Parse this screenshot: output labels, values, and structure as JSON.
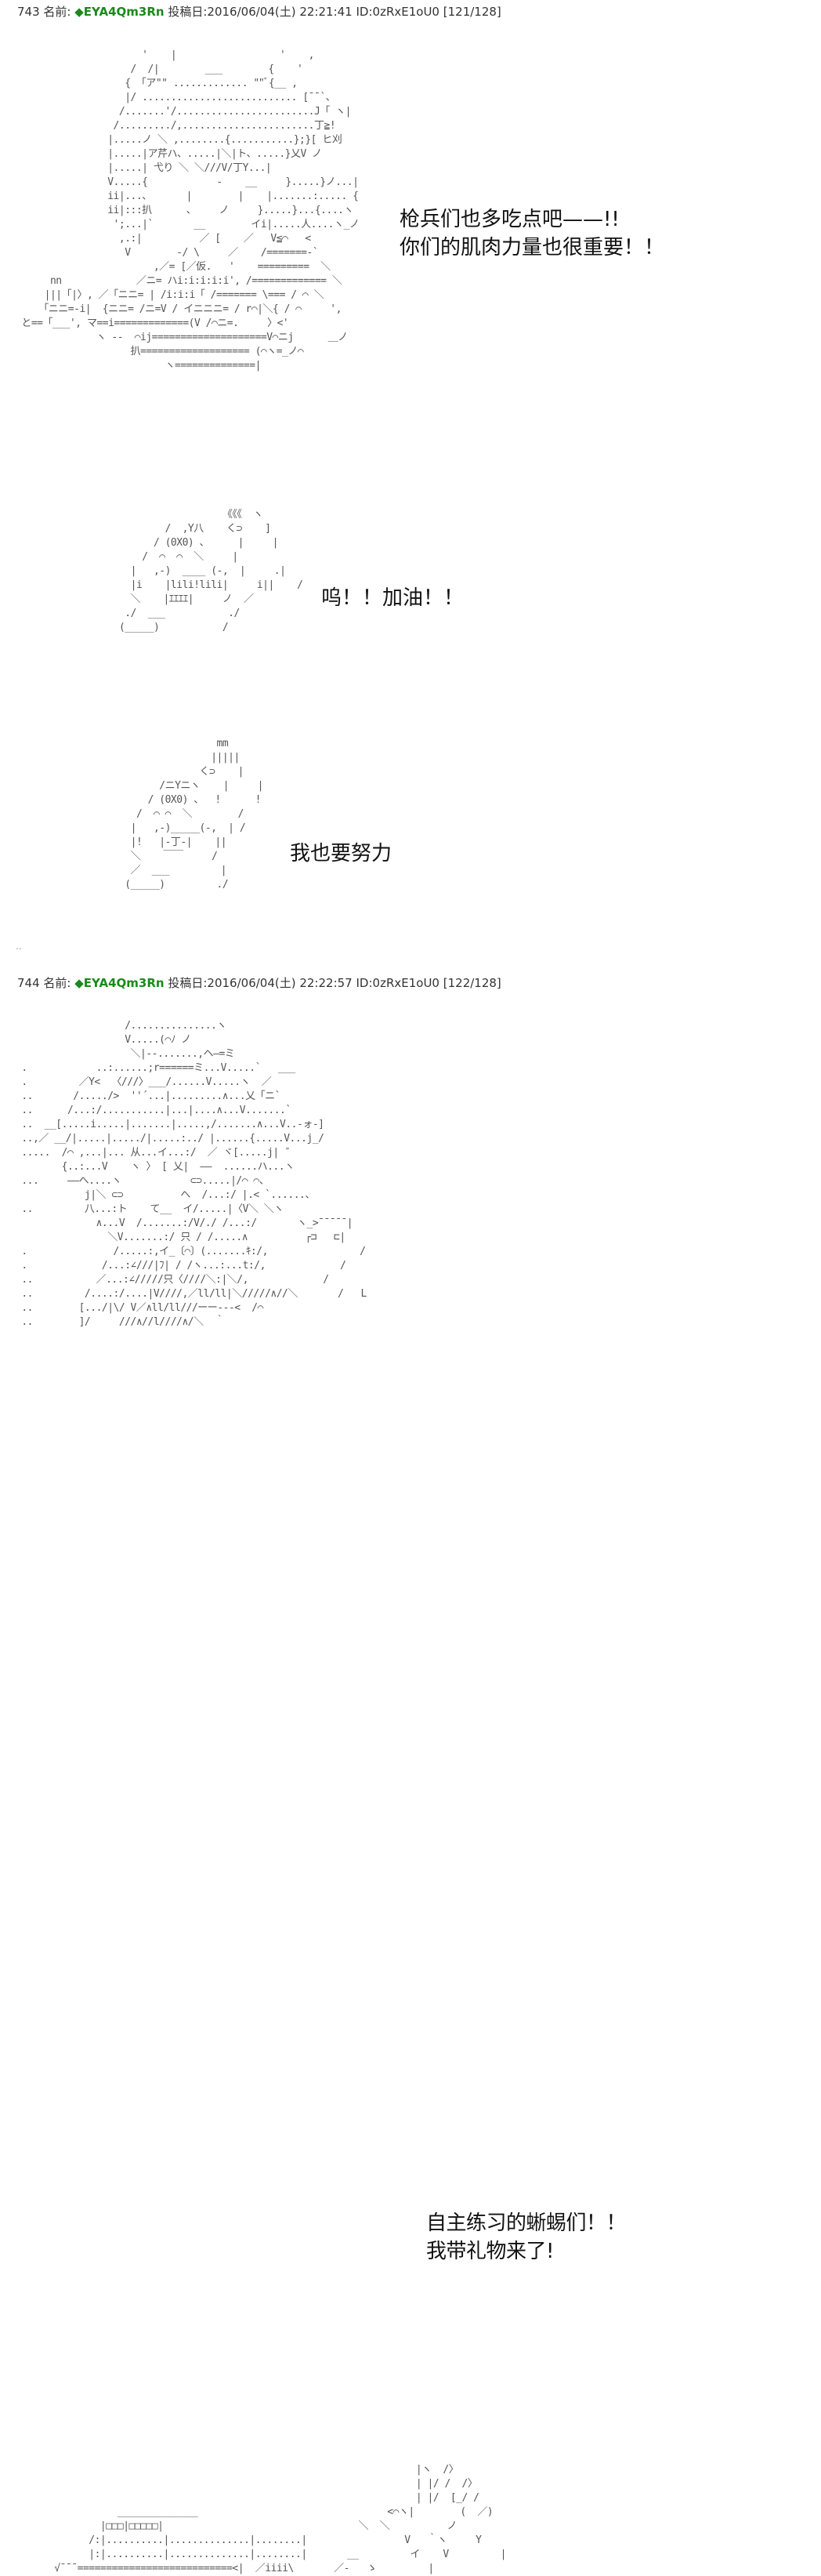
{
  "posts": [
    {
      "number": "743",
      "name_label": "名前:",
      "name": "◆EYA4Qm3Rn",
      "post_label": "投稿日:",
      "date": "2016/06/04(土) 22:21:41",
      "id": "ID:0zRxE1oU0",
      "counter": "[121/128]",
      "panels": [
        {
          "lines": [
            "枪兵们也多吃点吧——!!",
            "你们的肌肉力量也很重要！！"
          ]
        },
        {
          "lines": [
            "呜！！加油！！"
          ]
        },
        {
          "lines": [
            "我也要努力"
          ]
        }
      ]
    },
    {
      "number": "744",
      "name_label": "名前:",
      "name": "◆EYA4Qm3Rn",
      "post_label": "投稿日:",
      "date": "2016/06/04(土) 22:22:57",
      "id": "ID:0zRxE1oU0",
      "counter": "[122/128]",
      "panels": [
        {
          "lines": [
            "自主练习的蜥蜴们！！",
            "我带礼物来了!"
          ]
        }
      ]
    }
  ],
  "separator": ".."
}
